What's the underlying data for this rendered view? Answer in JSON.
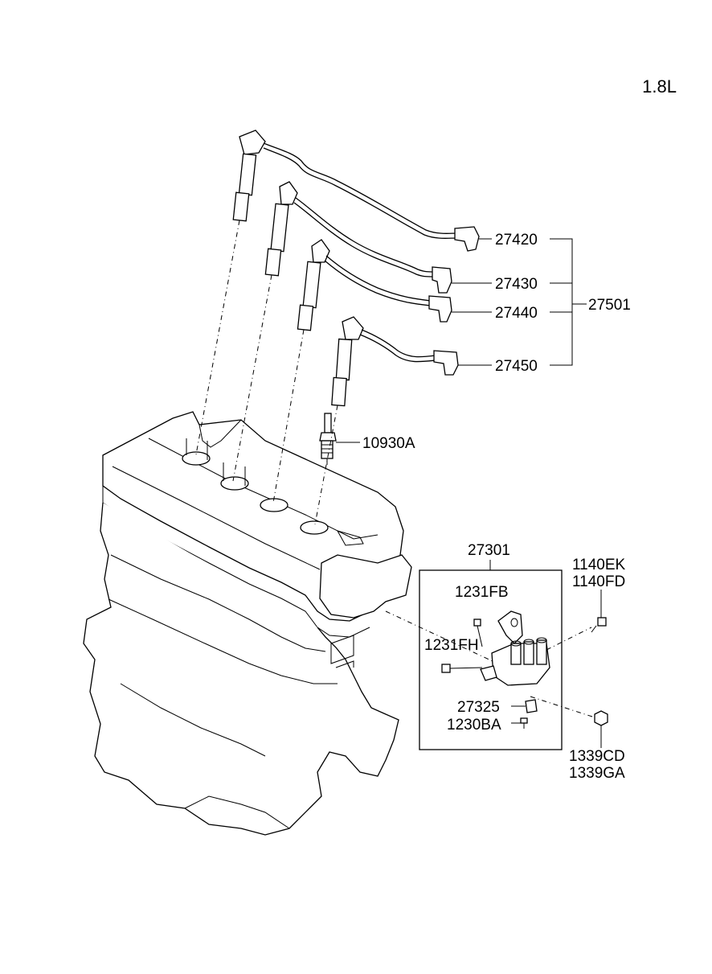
{
  "engine": {
    "displacement": "1.8L"
  },
  "cable_set": {
    "assembly_number": "27501",
    "cables": [
      "27420",
      "27430",
      "27440",
      "27450"
    ]
  },
  "spark_plug": "10930A",
  "ignition_coil": {
    "assembly_number": "27301",
    "bolt_top": "1231FB",
    "bolt_side": "1231FH",
    "bracket": "27325",
    "screw": "1230BA"
  },
  "mount_bolt": {
    "line1": "1140EK",
    "line2": "1140FD"
  },
  "mount_nut": {
    "line1": "1339CD",
    "line2": "1339GA"
  }
}
